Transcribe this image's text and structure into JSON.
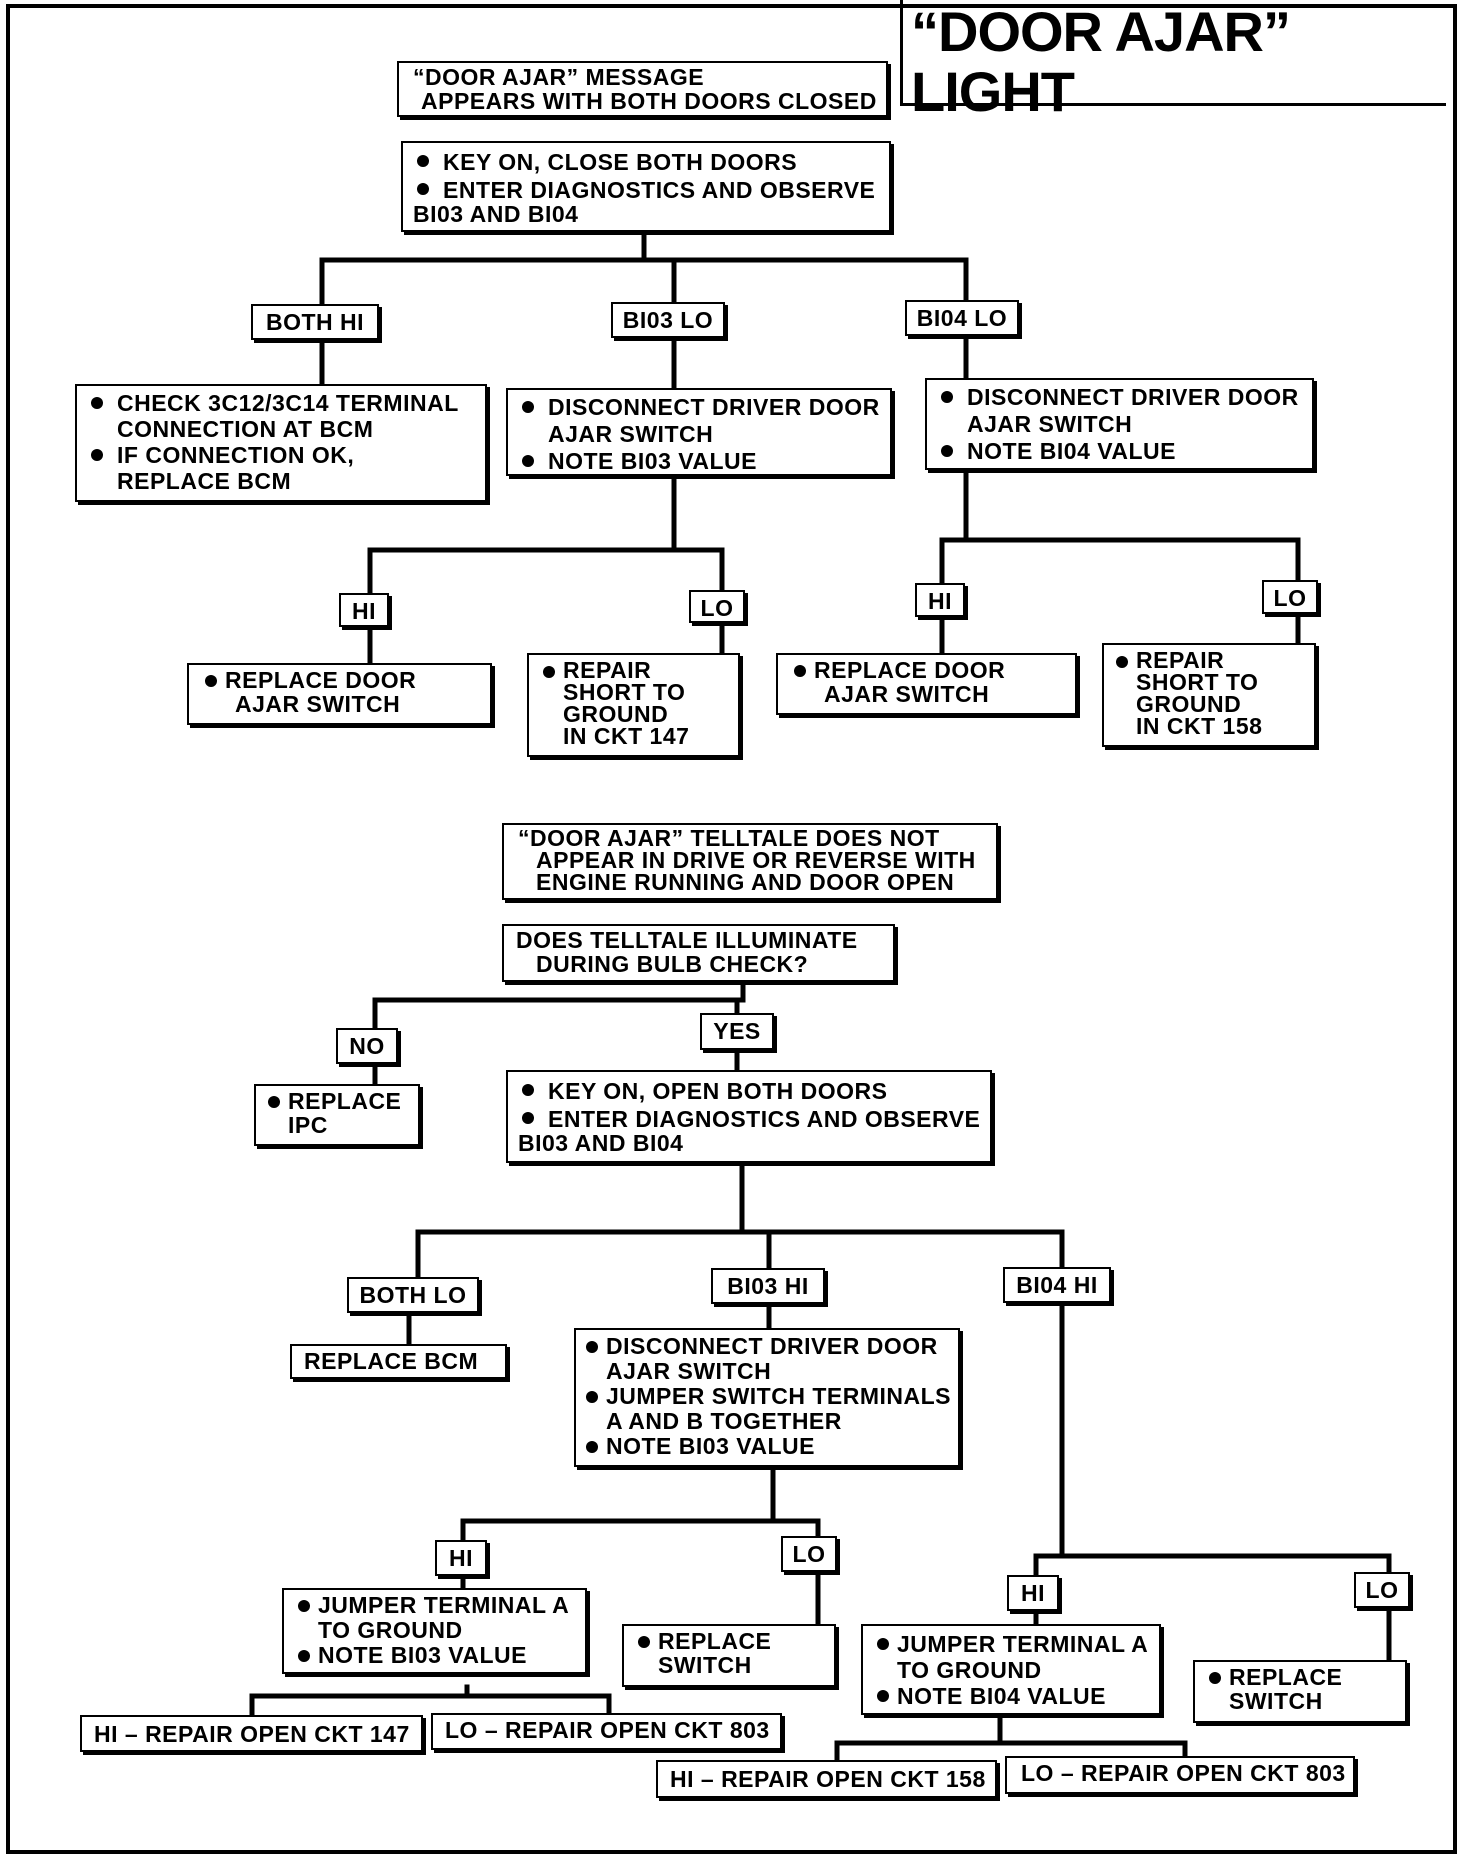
{
  "title": "“DOOR AJAR” LIGHT",
  "flow1": {
    "start": [
      "“DOOR AJAR” MESSAGE",
      "APPEARS WITH BOTH DOORS CLOSED"
    ],
    "step1": [
      "KEY ON, CLOSE BOTH DOORS",
      "ENTER DIAGNOSTICS AND OBSERVE",
      "BI03 AND BI04"
    ],
    "branch_both_hi": "BOTH HI",
    "branch_bi03_lo": "BI03 LO",
    "branch_bi04_lo": "BI04 LO",
    "both_hi_action": [
      "CHECK 3C12/3C14 TERMINAL",
      "CONNECTION AT BCM",
      "IF CONNECTION OK,",
      "REPLACE BCM"
    ],
    "bi03_lo_action": [
      "DISCONNECT DRIVER DOOR",
      "AJAR SWITCH",
      "NOTE BI03 VALUE"
    ],
    "bi04_lo_action": [
      "DISCONNECT DRIVER DOOR",
      "AJAR SWITCH",
      "NOTE BI04 VALUE"
    ],
    "hi": "HI",
    "lo": "LO",
    "replace_door_ajar": [
      "REPLACE DOOR",
      "AJAR SWITCH"
    ],
    "repair_147": [
      "REPAIR",
      "SHORT TO",
      "GROUND",
      "IN CKT 147"
    ],
    "repair_158": [
      "REPAIR",
      "SHORT TO",
      "GROUND",
      "IN CKT 158"
    ]
  },
  "flow2": {
    "start": [
      "“DOOR AJAR” TELLTALE DOES NOT",
      "APPEAR IN DRIVE OR REVERSE WITH",
      "ENGINE RUNNING AND DOOR OPEN"
    ],
    "question": [
      "DOES TELLTALE ILLUMINATE",
      "DURING BULB CHECK?"
    ],
    "no": "NO",
    "yes": "YES",
    "replace_ipc": [
      "REPLACE",
      "IPC"
    ],
    "step1": [
      "KEY ON, OPEN BOTH DOORS",
      "ENTER DIAGNOSTICS AND OBSERVE",
      "BI03 AND BI04"
    ],
    "branch_both_lo": "BOTH LO",
    "branch_bi03_hi": "BI03 HI",
    "branch_bi04_hi": "BI04 HI",
    "replace_bcm": "REPLACE BCM",
    "bi03_hi_action": [
      "DISCONNECT DRIVER DOOR",
      "AJAR SWITCH",
      "JUMPER SWITCH TERMINALS",
      "A AND B TOGETHER",
      "NOTE BI03 VALUE"
    ],
    "hi": "HI",
    "lo": "LO",
    "jumper_bi03": [
      "JUMPER TERMINAL A",
      "TO GROUND",
      "NOTE BI03 VALUE"
    ],
    "replace_switch": [
      "REPLACE",
      "SWITCH"
    ],
    "jumper_bi04": [
      "JUMPER TERMINAL A",
      "TO GROUND",
      "NOTE BI04 VALUE"
    ],
    "hi_147": "HI – REPAIR OPEN CKT 147",
    "lo_803": "LO – REPAIR OPEN CKT 803",
    "hi_158": "HI – REPAIR OPEN CKT 158"
  }
}
